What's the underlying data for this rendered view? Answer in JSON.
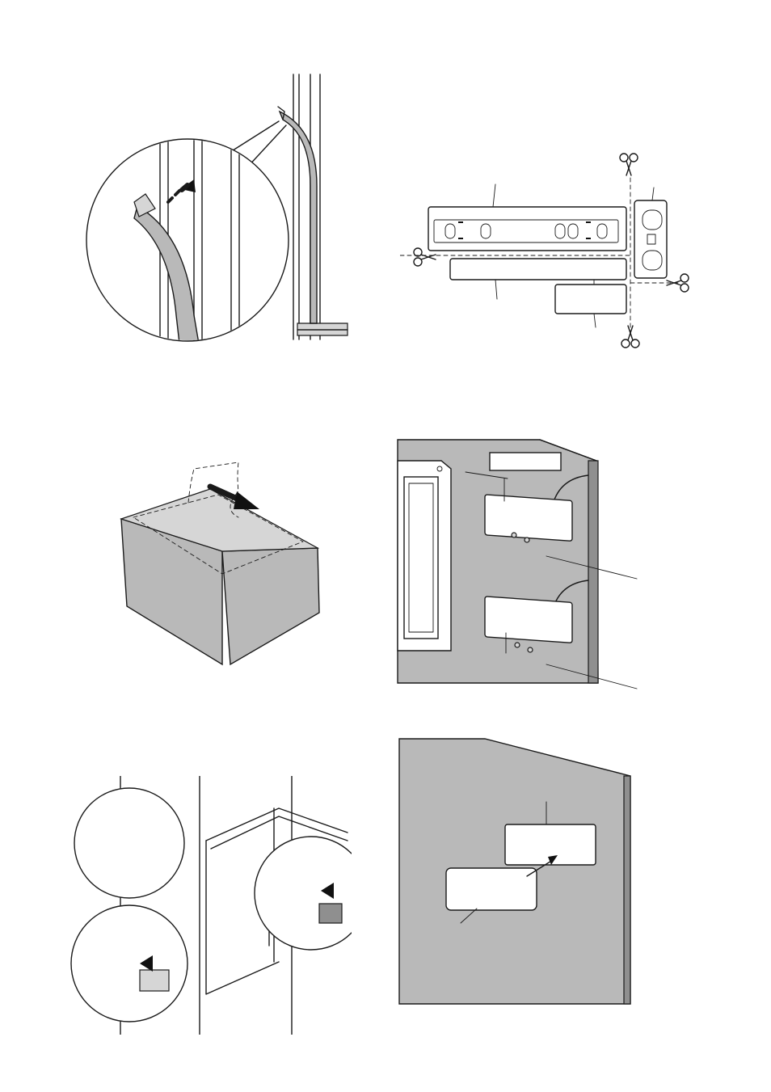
{
  "figures": [
    {
      "id": "seal-strip",
      "description_visible_text": ""
    },
    {
      "id": "cut-template",
      "description_visible_text": ""
    },
    {
      "id": "adhesive-block",
      "description_visible_text": ""
    },
    {
      "id": "door-bracket-mounting",
      "description_visible_text": ""
    },
    {
      "id": "hinge-caps",
      "description_visible_text": ""
    },
    {
      "id": "door-panel-bracket",
      "description_visible_text": ""
    }
  ],
  "icons": [
    "scissors-icon",
    "arrow-icon"
  ]
}
